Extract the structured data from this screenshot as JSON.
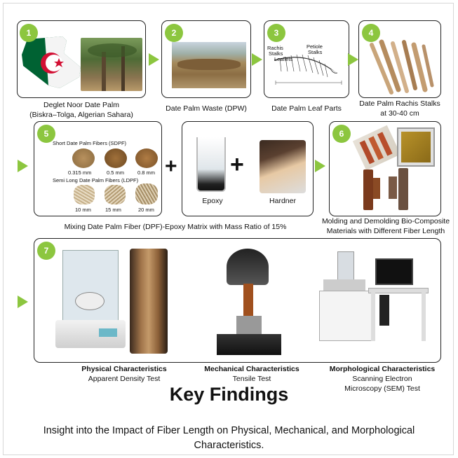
{
  "steps": [
    {
      "number": "1",
      "caption_line1": "Deglet Noor Date Palm",
      "caption_line2": "(Biskra–Tolga, Algerian Sahara)"
    },
    {
      "number": "2",
      "caption_line1": "Date Palm Waste (DPW)"
    },
    {
      "number": "3",
      "caption_line1": "Date Palm Leaf Parts"
    },
    {
      "number": "4",
      "caption_line1": "Date Palm Rachis Stalks",
      "caption_line2": "at 30-40 cm"
    },
    {
      "number": "5",
      "caption_line1": "Mixing Date Palm Fiber (DPF)-Epoxy Matrix with Mass Ratio of 15%"
    },
    {
      "number": "6",
      "caption_line1": "Molding and Demolding Bio-Composite",
      "caption_line2": "Materials with Different Fiber Length"
    },
    {
      "number": "7"
    }
  ],
  "leaf_labels": {
    "rachis": "Rachis",
    "stalks": "Stalks",
    "leaflets": "Leaflets",
    "petiole": "Petiole",
    "petiole_stalks": "Stalks"
  },
  "fibers": {
    "sdpf_title": "Short Date Palm Fibers (SDPF)",
    "sdpf_sizes": [
      "0.315 mm",
      "0.5 mm",
      "0.8 mm"
    ],
    "ldpf_title": "Semi Long Date Palm Fibers (LDPF)",
    "ldpf_sizes": [
      "10 mm",
      "15 mm",
      "20 mm"
    ]
  },
  "epoxy_label": "Epoxy",
  "hardner_label": "Hardner",
  "plus_sign": "+",
  "tests": [
    {
      "title": "Physical Characteristics",
      "line1": "Apparent Density Test"
    },
    {
      "title": "Mechanical Characteristics",
      "line1": "Tensile Test"
    },
    {
      "title": "Morphological Characteristics",
      "line1": "Scanning Electron",
      "line2": "Microscopy (SEM) Test"
    }
  ],
  "key_findings_title": "Key Findings",
  "insight_line1": "Insight into the Impact of Fiber Length on Physical, Mechanical, and Morphological",
  "insight_line2": "Characteristics.",
  "colors": {
    "accent": "#8cc63f",
    "algeria_green": "#006233",
    "algeria_red": "#d21034"
  }
}
